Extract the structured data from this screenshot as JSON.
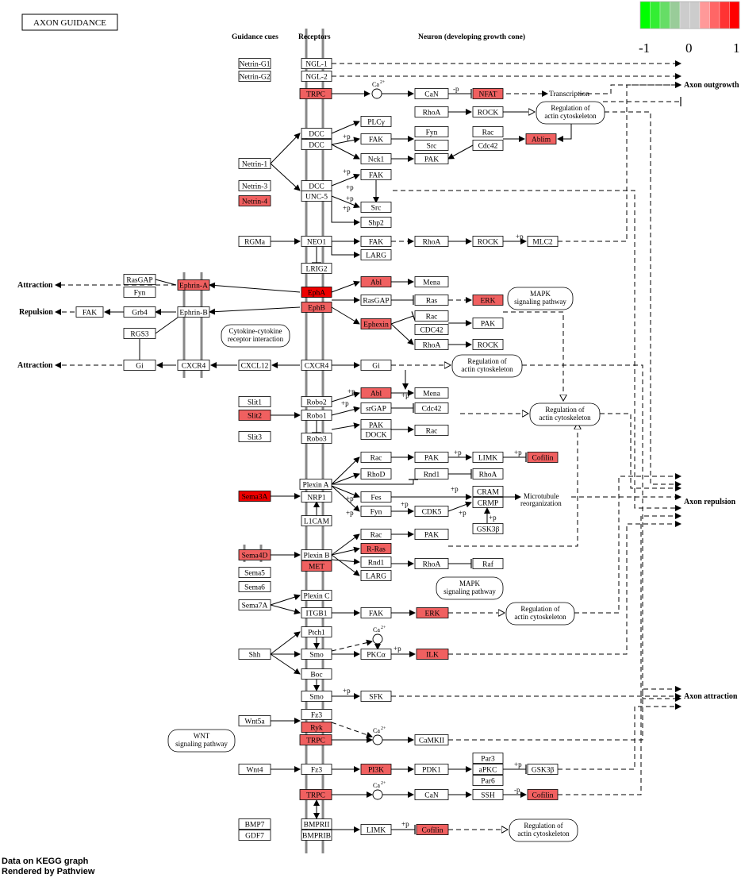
{
  "title": "AXON GUIDANCE",
  "columns": {
    "guidance_cues": "Guidance cues",
    "receptors": "Receptors",
    "neuron": "Neuron (developing growth cone)"
  },
  "legend": {
    "colors": [
      "#00ff00",
      "#33ee33",
      "#66dd66",
      "#99cc99",
      "#cccccc",
      "#cccccc",
      "#ff9999",
      "#ff6666",
      "#ff3333",
      "#ff0000"
    ],
    "min_label": "-1",
    "mid_label": "0",
    "max_label": "1"
  },
  "colors": {
    "up_strong": "#ee0000",
    "up": "#f06060",
    "none": "#ffffff"
  },
  "nodes": {
    "netring1": "Netrin-G1",
    "netring2": "Netrin-G2",
    "ngl1": "NGL-1",
    "ngl2": "NGL-2",
    "trpc1": "TRPC",
    "can1": "CaN",
    "nfat": "NFAT",
    "transcription": "Transcription",
    "rhoa1": "RhoA",
    "rock1": "ROCK",
    "reg_actin1": "Regulation of actin cytoskeleton",
    "dcc1": "DCC",
    "dcc2": "DCC",
    "plcg": "PLCγ",
    "fyn1": "Fyn",
    "rac1": "Rac",
    "fak1": "FAK",
    "src1": "Src",
    "cdc42_1": "Cdc42",
    "ablim": "Ablim",
    "netrin1": "Netrin-1",
    "nck1": "Nck1",
    "pak1": "PAK",
    "netrin3": "Netrin-3",
    "netrin4": "Netrin-4",
    "dcc3": "DCC",
    "unc5": "UNC-5",
    "fak2": "FAK",
    "src2": "Src",
    "shp2": "Shp2",
    "rgma": "RGMa",
    "neo1": "NEO1",
    "fak3": "FAK",
    "rhoa2": "RhoA",
    "rock2": "ROCK",
    "mlc2": "MLC2",
    "larg1": "LARG",
    "lrig2": "LRIG2",
    "attraction1": "Attraction",
    "rasgap1": "RasGAP",
    "fyn2": "Fyn",
    "ephrina": "Ephrin-A",
    "epha": "EphA",
    "abl1": "Abl",
    "mena1": "Mena",
    "rasgap2": "RasGAP",
    "ras": "Ras",
    "erk1": "ERK",
    "mapk1": "MAPK signaling pathway",
    "repulsion": "Repulsion",
    "fak4": "FAK",
    "grb4": "Grb4",
    "ephrinb": "Ephrin-B",
    "ephb": "EphB",
    "ephexin": "Ephexin",
    "rac2": "Rac",
    "cdc42_2": "CDC42",
    "pak2": "PAK",
    "rhoa3": "RhoA",
    "rock3": "ROCK",
    "rgs3": "RGS3",
    "cytokine": "Cytokine-cytokine receptor interaction",
    "attraction2": "Attraction",
    "gi1": "Gi",
    "cxcr4_a": "CXCR4",
    "cxcl12": "CXCL12",
    "cxcr4_b": "CXCR4",
    "gi2": "Gi",
    "reg_actin2": "Regulation of actin cytoskeleton",
    "slit1": "Slit1",
    "robo2": "Robo2",
    "abl2": "Abl",
    "mena2": "Mena",
    "slit2": "Slit2",
    "robo1": "Robo1",
    "srgap": "srGAP",
    "cdc42_3": "Cdc42",
    "reg_actin3": "Regulation of actin cytoskeleton",
    "pak3": "PAK",
    "dock": "DOCK",
    "rac3": "Rac",
    "slit3": "Slit3",
    "robo3": "Robo3",
    "rac4": "Rac",
    "pak4": "PAK",
    "limk1": "LIMK",
    "cofilin1": "Cofilin",
    "plexina": "Plexin A",
    "rhod": "RhoD",
    "rnd1a": "Rnd1",
    "rhoa4": "RhoA",
    "sema3a": "Sema3A",
    "nrp1": "NRP1",
    "fes": "Fes",
    "cram": "CRAM",
    "crmp": "CRMP",
    "microtubule": "Microtubule reorganization",
    "fyn3": "Fyn",
    "cdk5": "CDK5",
    "gsk3b1": "GSK3β",
    "l1cam": "L1CAM",
    "rac5": "Rac",
    "pak5": "PAK",
    "sema4d": "Sema4D",
    "plexinb": "Plexin B",
    "rras": "R-Ras",
    "met": "MET",
    "rnd1b": "Rnd1",
    "rhoa5": "RhoA",
    "raf": "Raf",
    "sema5": "Sema5",
    "larg2": "LARG",
    "sema6": "Sema6",
    "mapk2": "MAPK signaling pathway",
    "sema7a": "Sema7A",
    "plexinc": "Plexin C",
    "itgb1": "ITGB1",
    "fak5": "FAK",
    "erk2": "ERK",
    "reg_actin4": "Regulation of actin cytoskeleton",
    "ptch1": "Ptch1",
    "shh": "Shh",
    "smo1": "Smo",
    "pkca": "PKCα",
    "ilk": "ILK",
    "boc": "Boc",
    "smo2": "Smo",
    "sfk": "SFK",
    "wnt5a": "Wnt5a",
    "fz3a": "Fz3",
    "ryk": "Ryk",
    "wnt": "WNT signaling pathway",
    "trpc2": "TRPC",
    "camkii": "CaMKII",
    "wnt4": "Wnt4",
    "fz3b": "Fz3",
    "pi3k": "PI3K",
    "pdk1": "PDK1",
    "par3": "Par3",
    "apkc": "aPKC",
    "par6": "Par6",
    "gsk3b2": "GSK3β",
    "trpc3": "TRPC",
    "can2": "CaN",
    "ssh": "SSH",
    "cofilin2": "Cofilin",
    "bmp7": "BMP7",
    "bmprii": "BMPRII",
    "limk2": "LIMK",
    "cofilin3": "Cofilin",
    "reg_actin5": "Regulation of actin cytoskeleton",
    "gdf7": "GDF7",
    "bmprib": "BMPRIB"
  },
  "outcomes": {
    "axon_outgrowth": "Axon outgrowth",
    "axon_repulsion": "Axon repulsion",
    "axon_attraction": "Axon attraction"
  },
  "edge_labels": {
    "plus_p": "+p",
    "minus_p": "-p",
    "ca": "Ca",
    "ca_sup": "2+"
  },
  "footer": {
    "line1": "Data on KEGG graph",
    "line2": "Rendered by Pathview"
  }
}
